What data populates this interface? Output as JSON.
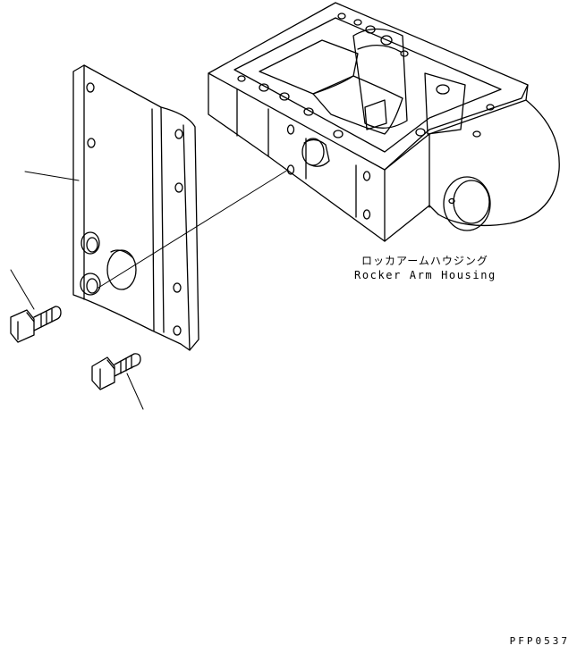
{
  "labels": {
    "housing_jp": "ロッカアームハウジング",
    "housing_en": "Rocker Arm Housing",
    "figure_code": "PFP0537"
  },
  "colors": {
    "line": "#000000",
    "background": "#ffffff"
  }
}
